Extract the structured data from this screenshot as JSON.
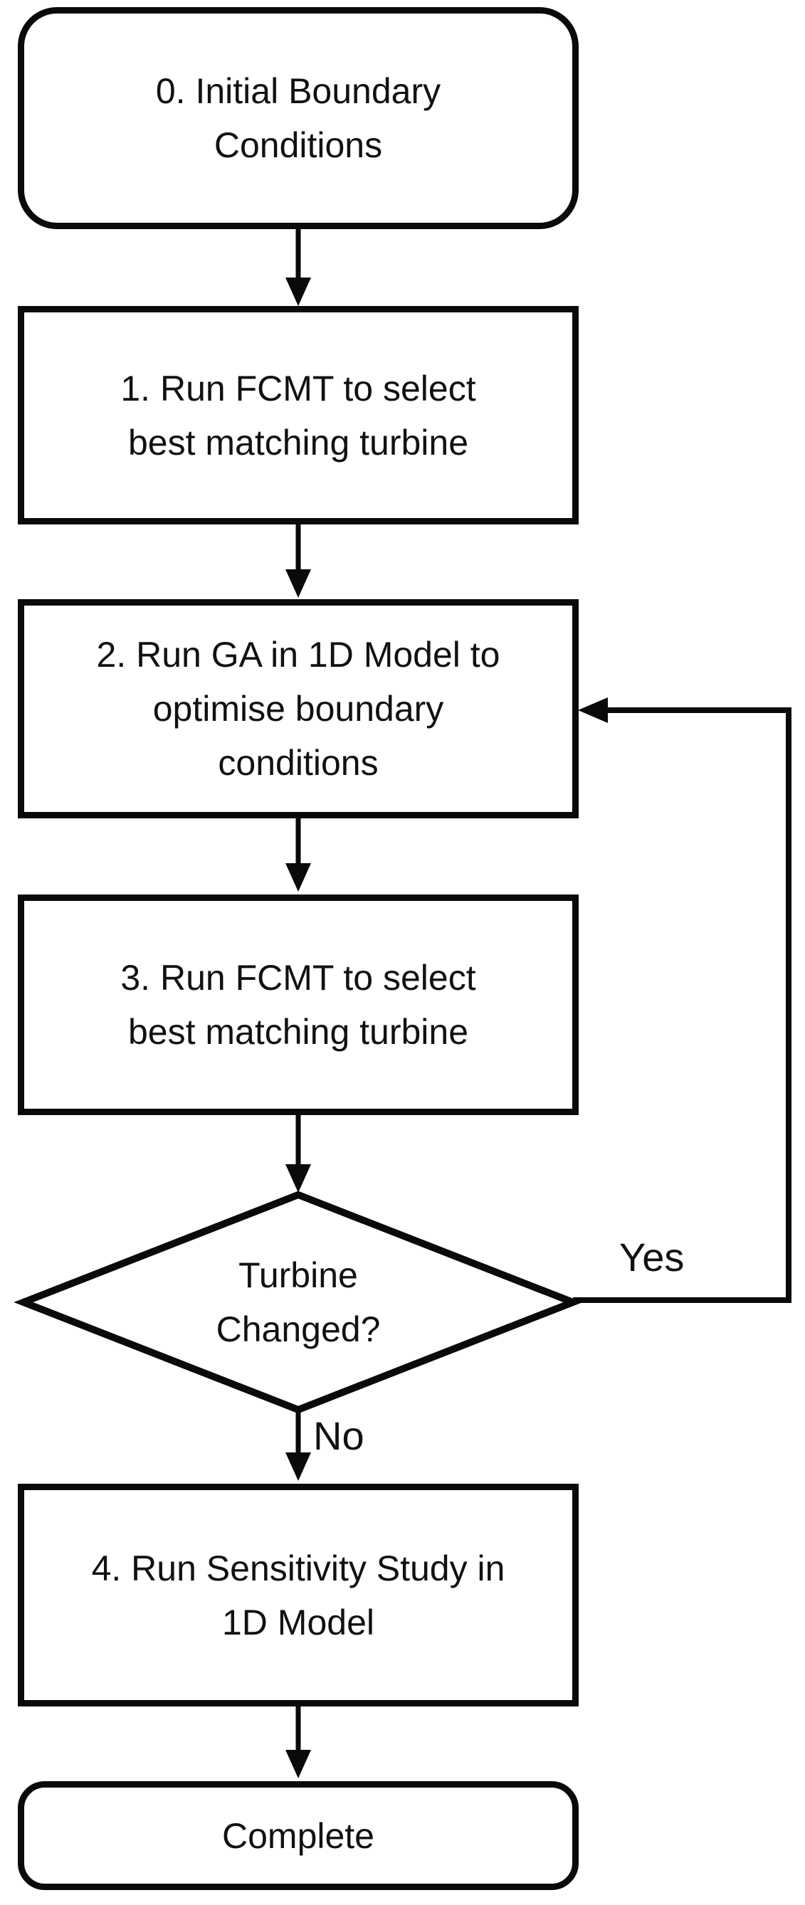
{
  "flowchart": {
    "nodes": {
      "initial": {
        "shape": "rounded-rectangle",
        "lines": [
          "0. Initial Boundary",
          "Conditions"
        ]
      },
      "step1": {
        "shape": "rectangle",
        "lines": [
          "1. Run FCMT to select",
          "best matching turbine"
        ]
      },
      "step2": {
        "shape": "rectangle",
        "lines": [
          "2. Run GA in 1D Model to",
          "optimise boundary",
          "conditions"
        ]
      },
      "step3": {
        "shape": "rectangle",
        "lines": [
          "3. Run FCMT to select",
          "best matching turbine"
        ]
      },
      "decision": {
        "shape": "diamond",
        "lines": [
          "Turbine",
          "Changed?"
        ]
      },
      "step4": {
        "shape": "rectangle",
        "lines": [
          "4. Run Sensitivity Study in",
          "1D Model"
        ]
      },
      "complete": {
        "shape": "rounded-rectangle",
        "lines": [
          "Complete"
        ]
      }
    },
    "edges": {
      "yes_label": "Yes",
      "no_label": "No"
    },
    "colors": {
      "stroke": "#0a0a0a",
      "text": "#111111",
      "background": "#ffffff"
    }
  }
}
